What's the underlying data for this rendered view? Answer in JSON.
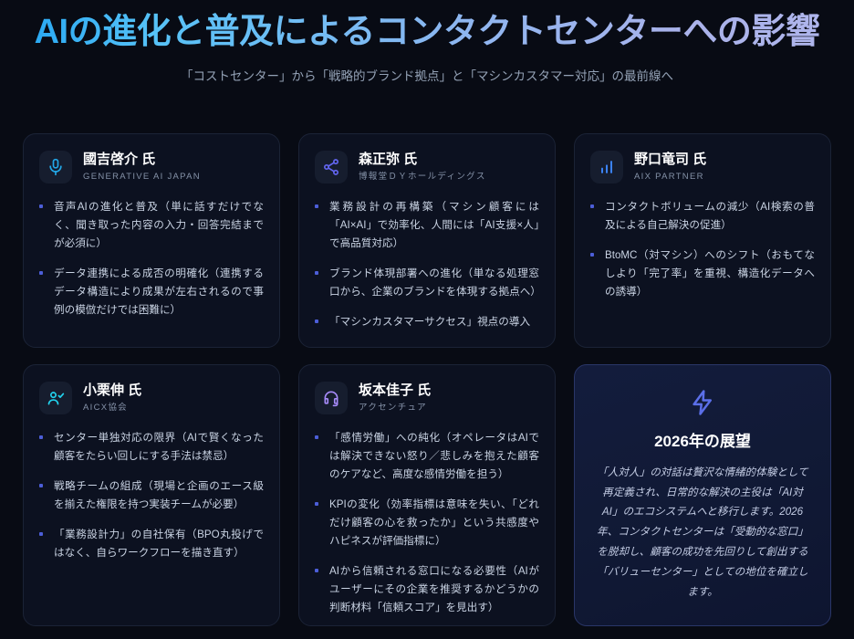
{
  "header": {
    "title": "AIの進化と普及によるコンタクトセンターへの影響",
    "subtitle": "「コストセンター」から「戦略的ブランド拠点」と「マシンカスタマー対応」の最前線へ",
    "gradient_from": "#1fa3f2",
    "gradient_to": "#b0b6ec"
  },
  "cards": [
    {
      "icon": "microphone-icon",
      "icon_color": "#22a8e8",
      "name": "國吉啓介 氏",
      "org": "GENERATIVE AI JAPAN",
      "bullets": [
        "音声AIの進化と普及（単に話すだけでなく、聞き取った内容の入力・回答完結までが必須に）",
        "データ連携による成否の明確化（連携するデータ構造により成果が左右されるので事例の模倣だけでは困難に）"
      ]
    },
    {
      "icon": "share-network-icon",
      "icon_color": "#6366f1",
      "name": "森正弥 氏",
      "org": "博報堂ＤＹホールディングス",
      "bullets": [
        "業務設計の再構築（マシン顧客には「AI×AI」で効率化、人間には「AI支援×人」で高品質対応）",
        "ブランド体現部署への進化（単なる処理窓口から、企業のブランドを体現する拠点へ）",
        "「マシンカスタマーサクセス」視点の導入"
      ]
    },
    {
      "icon": "bar-chart-icon",
      "icon_color": "#3b82f6",
      "name": "野口竜司 氏",
      "org": "AIX PARTNER",
      "bullets": [
        "コンタクトボリュームの減少（AI検索の普及による自己解決の促進）",
        "BtoMC（対マシン）へのシフト（おもてなしより「完了率」を重視、構造化データへの誘導）"
      ]
    },
    {
      "icon": "user-check-icon",
      "icon_color": "#22d3ee",
      "name": "小栗伸 氏",
      "org": "AICX協会",
      "bullets": [
        "センター単独対応の限界（AIで賢くなった顧客をたらい回しにする手法は禁忌）",
        "戦略チームの組成（現場と企画のエース級を揃えた権限を持つ実装チームが必要）",
        "「業務設計力」の自社保有（BPO丸投げではなく、自らワークフローを描き直す）"
      ]
    },
    {
      "icon": "headset-icon",
      "icon_color": "#a78bfa",
      "name": "坂本佳子 氏",
      "org": "アクセンチュア",
      "bullets": [
        "「感情労働」への純化（オペレータはAIでは解決できない怒り／悲しみを抱えた顧客のケアなど、高度な感情労働を担う）",
        "KPIの変化（効率指標は意味を失い、「どれだけ顧客の心を救ったか」という共感度やハピネスが評価指標に）",
        "AIから信頼される窓口になる必要性（AIがユーザーにその企業を推奨するかどうかの判断材料「信頼スコア」を見出す）"
      ]
    }
  ],
  "highlight": {
    "icon": "lightning-bolt-icon",
    "icon_color": "#5b6fe8",
    "title": "2026年の展望",
    "body": "「人対人」の対話は贅沢な情緒的体験として再定義され、日常的な解決の主役は「AI対AI」のエコシステムへと移行します。2026年、コンタクトセンターは「受動的な窓口」を脱却し、顧客の成功を先回りして創出する「バリューセンター」としての地位を確立します。"
  }
}
